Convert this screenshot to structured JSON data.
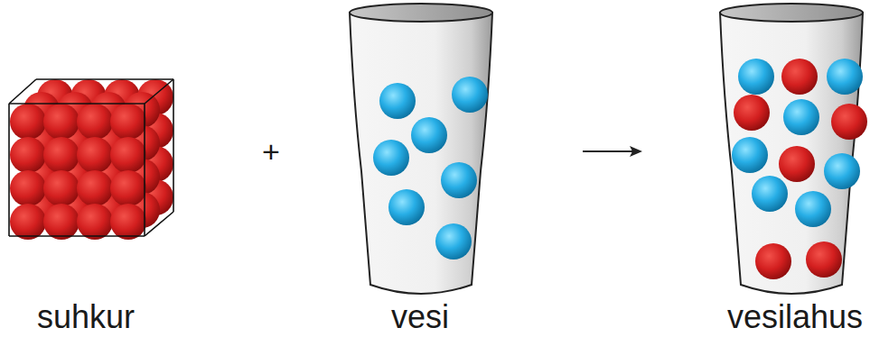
{
  "diagram": {
    "labels": [
      "suhkur",
      "+",
      "vesi",
      "vesilahus"
    ]
  }
}
